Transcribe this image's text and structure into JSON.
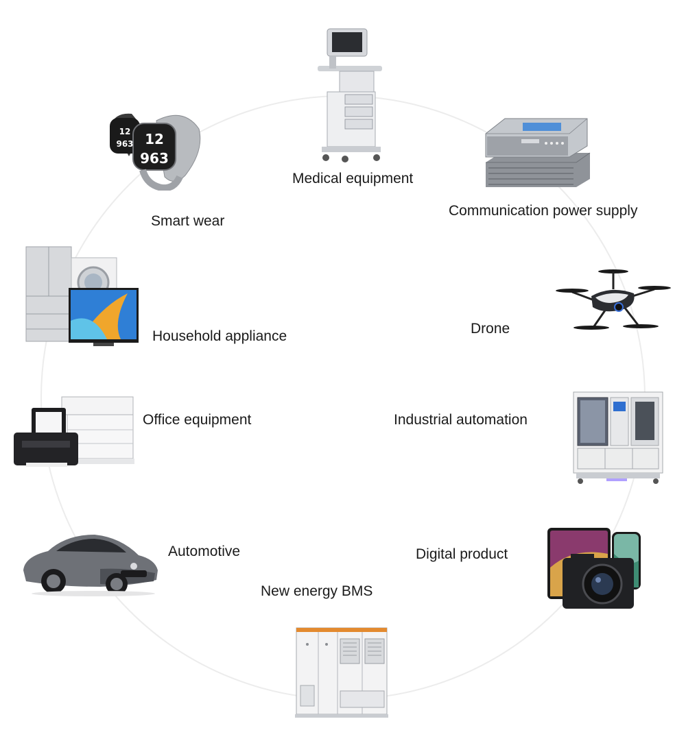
{
  "items": {
    "medical": {
      "label": "Medical equipment"
    },
    "smart_wear": {
      "label": "Smart wear"
    },
    "communication": {
      "label": "Communication power supply"
    },
    "household": {
      "label": "Household appliance"
    },
    "drone": {
      "label": "Drone"
    },
    "office": {
      "label": "Office equipment"
    },
    "industrial": {
      "label": "Industrial automation"
    },
    "automotive": {
      "label": "Automotive"
    },
    "digital": {
      "label": "Digital product"
    },
    "bms": {
      "label": "New energy BMS"
    }
  },
  "watch_face_text": "12 9 6 3",
  "colors": {
    "text": "#1a1a1a",
    "arc": "#ececec",
    "device_gray": "#c9ccd1",
    "device_dark": "#2b2d31",
    "cabinet_white": "#f2f2f2",
    "accent_orange": "#e38a2f",
    "screen_blue": "#2f7fd6"
  }
}
